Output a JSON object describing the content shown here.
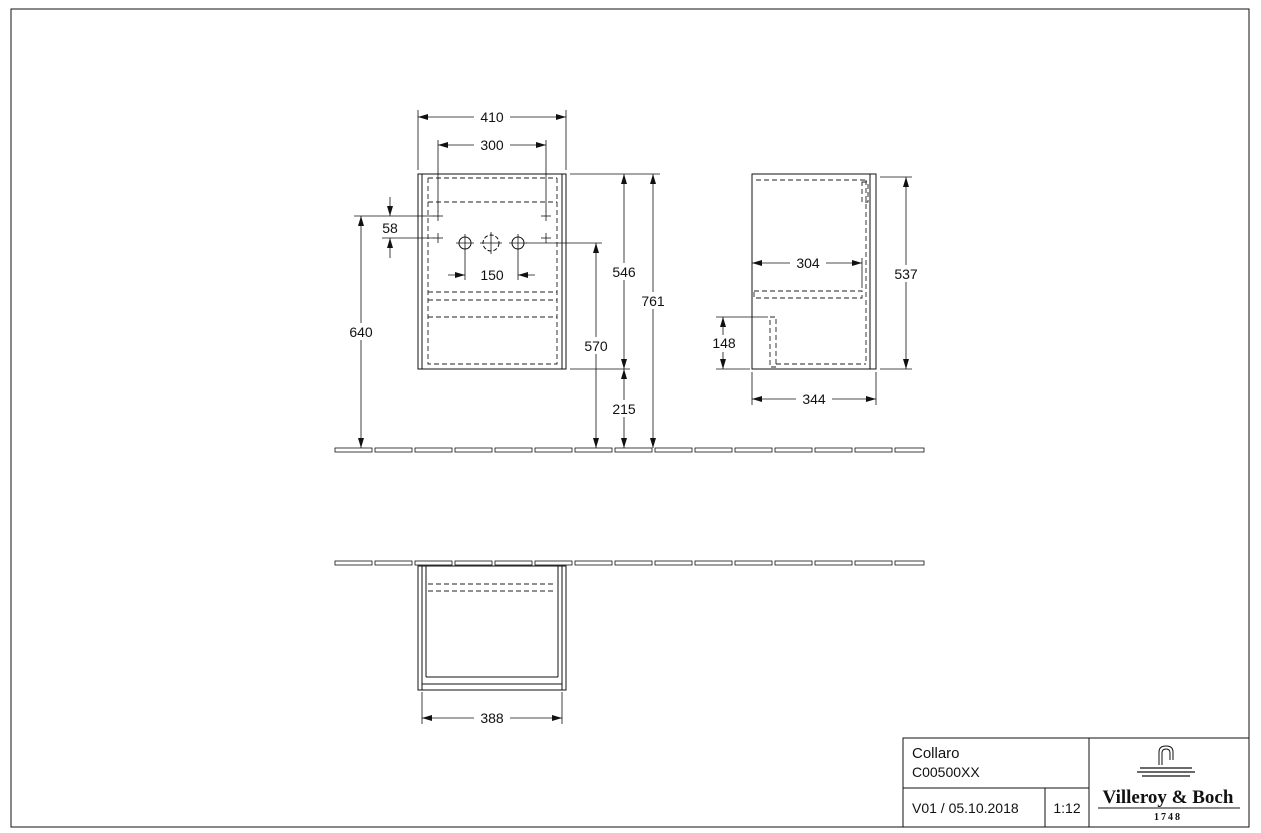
{
  "drawing": {
    "front_view": {
      "overall_width": "410",
      "hole_spacing": "300",
      "hole_offset": "58",
      "tap_spacing": "150",
      "inner_height": "546",
      "total_height": "761",
      "mount_height": "640",
      "waste_height": "570",
      "floor_clearance": "215"
    },
    "side_view": {
      "inner_depth": "304",
      "height": "537",
      "step_height": "148",
      "overall_depth": "344"
    },
    "top_view": {
      "inner_width": "388"
    }
  },
  "title_block": {
    "product_name": "Collaro",
    "article_number": "C00500XX",
    "version_date": "V01 / 05.10.2018",
    "scale": "1:12",
    "brand_name": "Villeroy & Boch",
    "brand_year": "1748"
  }
}
